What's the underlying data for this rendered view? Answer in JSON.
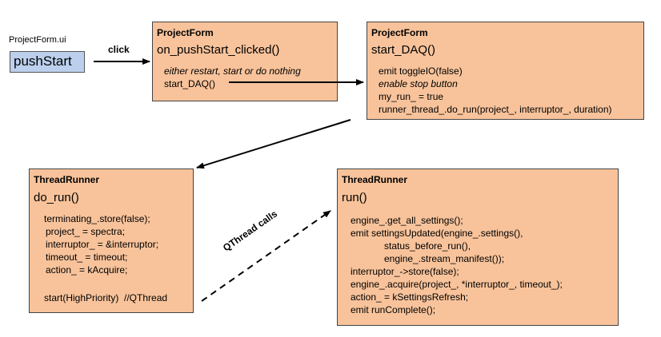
{
  "ui_file": {
    "label": "ProjectForm.ui",
    "button_label": "pushStart"
  },
  "click_label": "click",
  "qthread_label": "QThread calls",
  "box1": {
    "title": "ProjectForm",
    "method": "on_pushStart_clicked()",
    "lines": [
      "either restart, start or do nothing",
      "start_DAQ()"
    ]
  },
  "box2": {
    "title": "ProjectForm",
    "method": "start_DAQ()",
    "lines": [
      "emit toggleIO(false)",
      "enable stop button",
      "my_run_ = true",
      "runner_thread_.do_run(project_, interruptor_, duration)"
    ]
  },
  "box3": {
    "title": "ThreadRunner",
    "method": "do_run()",
    "lines": [
      "terminating_.store(false);",
      "project_ = spectra;",
      "interruptor_ = &interruptor;",
      "timeout_ = timeout;",
      "action_ = kAcquire;",
      "start(HighPriority)  //QThread"
    ]
  },
  "box4": {
    "title": "ThreadRunner",
    "method": "run()",
    "lines": [
      "engine_.get_all_settings();",
      "emit settingsUpdated(engine_.settings(),",
      "status_before_run(),",
      "engine_.stream_manifest());",
      "interruptor_->store(false);",
      "engine_.acquire(project_, *interruptor_, timeout_);",
      "action_ = kSettingsRefresh;",
      "emit runComplete();"
    ]
  },
  "colors": {
    "box_fill": "#f8c39b",
    "button_fill": "#bcd0ed",
    "arrow": "#000000"
  }
}
